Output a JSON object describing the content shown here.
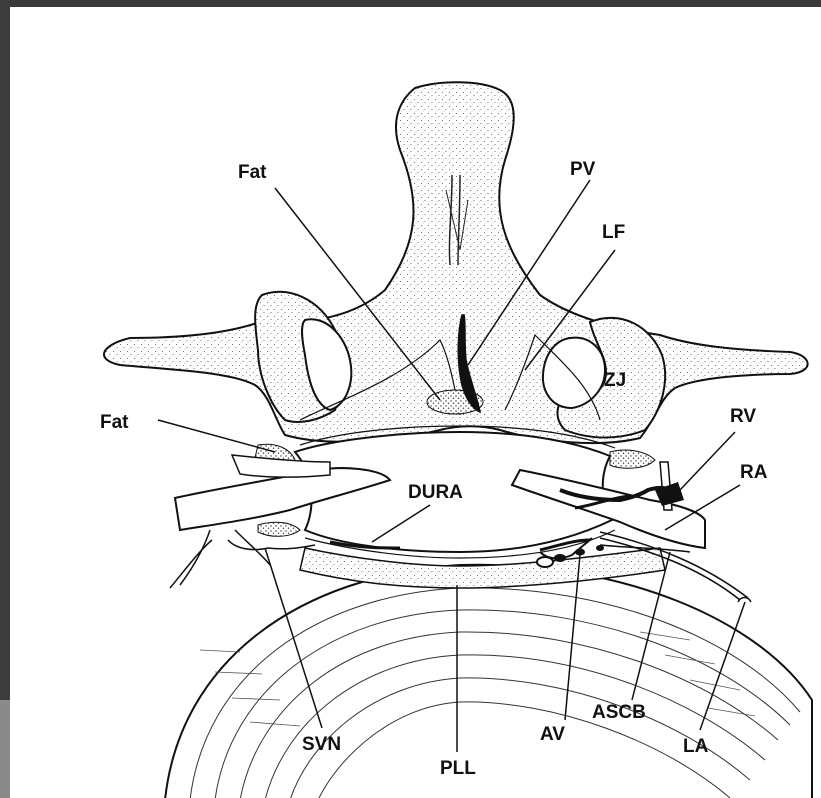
{
  "diagram": {
    "labels": {
      "fat_top": "Fat",
      "pv": "PV",
      "lf": "LF",
      "zj": "ZJ",
      "fat_left": "Fat",
      "rv": "RV",
      "ra": "RA",
      "dura": "DURA",
      "svn": "SVN",
      "pll": "PLL",
      "av": "AV",
      "ascb": "ASCB",
      "la": "LA"
    }
  }
}
